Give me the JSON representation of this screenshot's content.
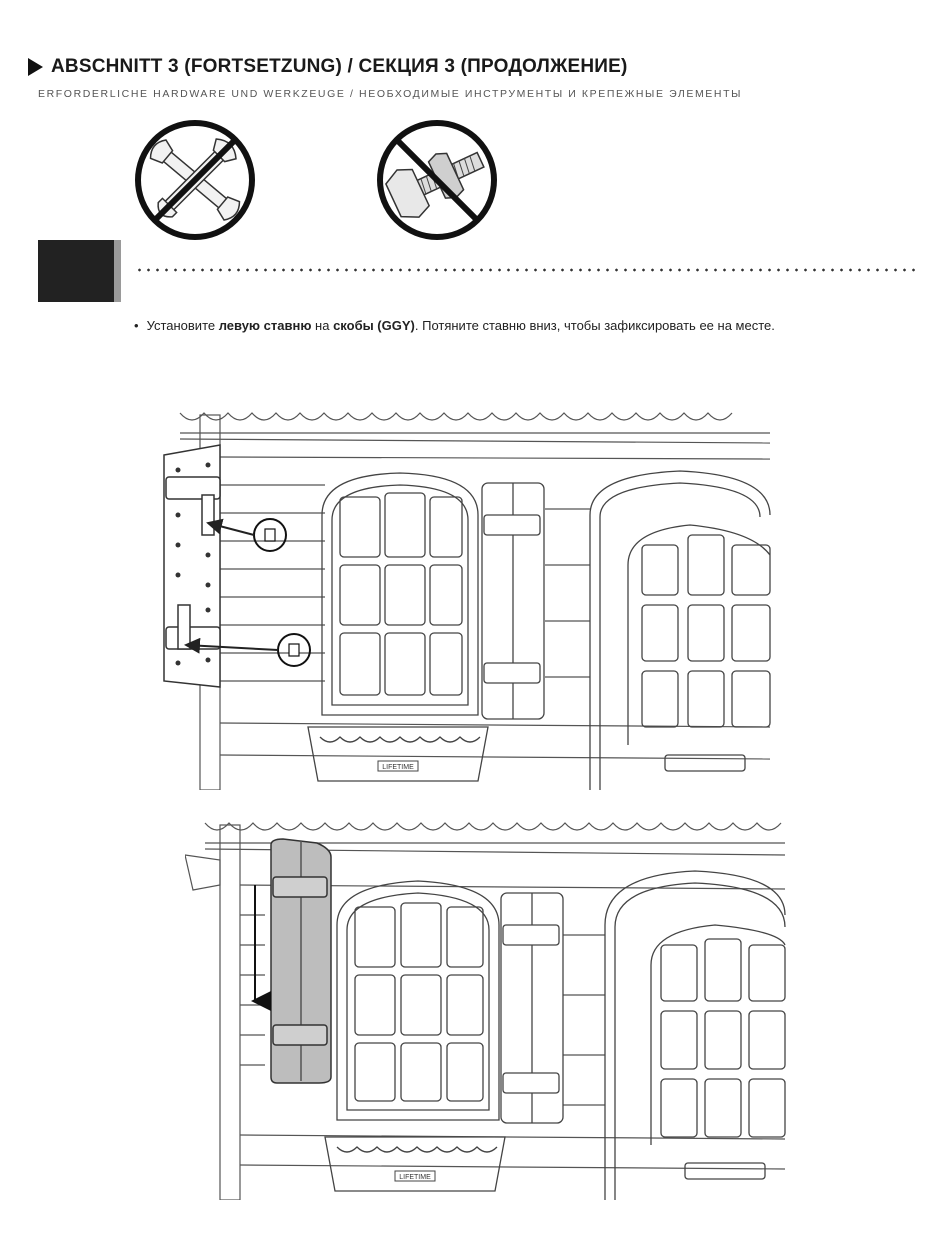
{
  "header": {
    "title": "ABSCHNITT 3 (FORTSETZUNG) / СЕКЦИЯ 3 (ПРОДОЛЖЕНИЕ)",
    "subtitle": "ERFORDERLICHE HARDWARE UND WERKZEUGE / НЕОБХОДИМЫЕ ИНСТРУМЕНТЫ И КРЕПЕЖНЫЕ ЭЛЕМЕНТЫ"
  },
  "icons": {
    "no_tools": "no-tools-icon",
    "no_hardware": "no-hardware-icon"
  },
  "step": {
    "number": ""
  },
  "instruction": {
    "bullet": "•",
    "part1": "Установите ",
    "bold1": "левую ставню",
    "part2": " на ",
    "bold2": "скобы (GGY)",
    "part3": ". Потяните ставню вниз, чтобы зафиксировать ее на месте."
  },
  "illustrations": {
    "top_logo": "LIFETIME",
    "bottom_logo": "LIFETIME"
  },
  "colors": {
    "shutter_fill": "#bdbdbd",
    "line": "#333333",
    "step_box": "#222222"
  }
}
